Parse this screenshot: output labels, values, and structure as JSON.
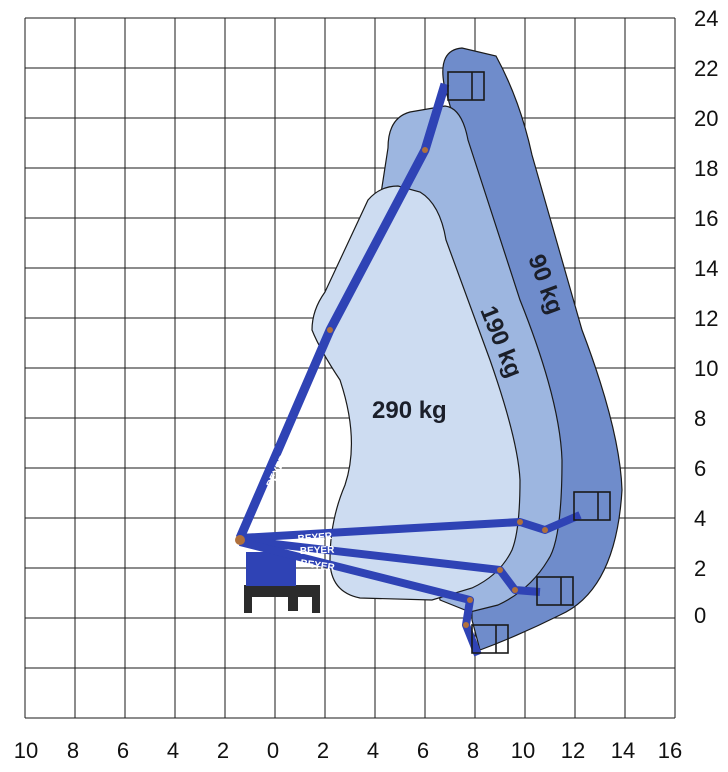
{
  "colors": {
    "zone_outer": "#6f8ccb",
    "zone_mid": "#9db6e0",
    "zone_inner": "#cddcf1",
    "boom": "#2f43b5",
    "boom_joint": "#b0703c",
    "grid": "#1a1a1a",
    "base": "#2b2b2b"
  },
  "axes": {
    "y_ticks": [
      "24",
      "22",
      "20",
      "18",
      "16",
      "14",
      "12",
      "10",
      "8",
      "6",
      "4",
      "2",
      "0"
    ],
    "x_ticks": [
      "10",
      "8",
      "6",
      "4",
      "2",
      "0",
      "2",
      "4",
      "6",
      "8",
      "10",
      "12",
      "14",
      "16"
    ]
  },
  "zones": [
    {
      "label": "90 kg",
      "color_key": "zone_outer"
    },
    {
      "label": "190 kg",
      "color_key": "zone_mid"
    },
    {
      "label": "290 kg",
      "color_key": "zone_inner"
    }
  ],
  "boom_brand": "BEYER"
}
